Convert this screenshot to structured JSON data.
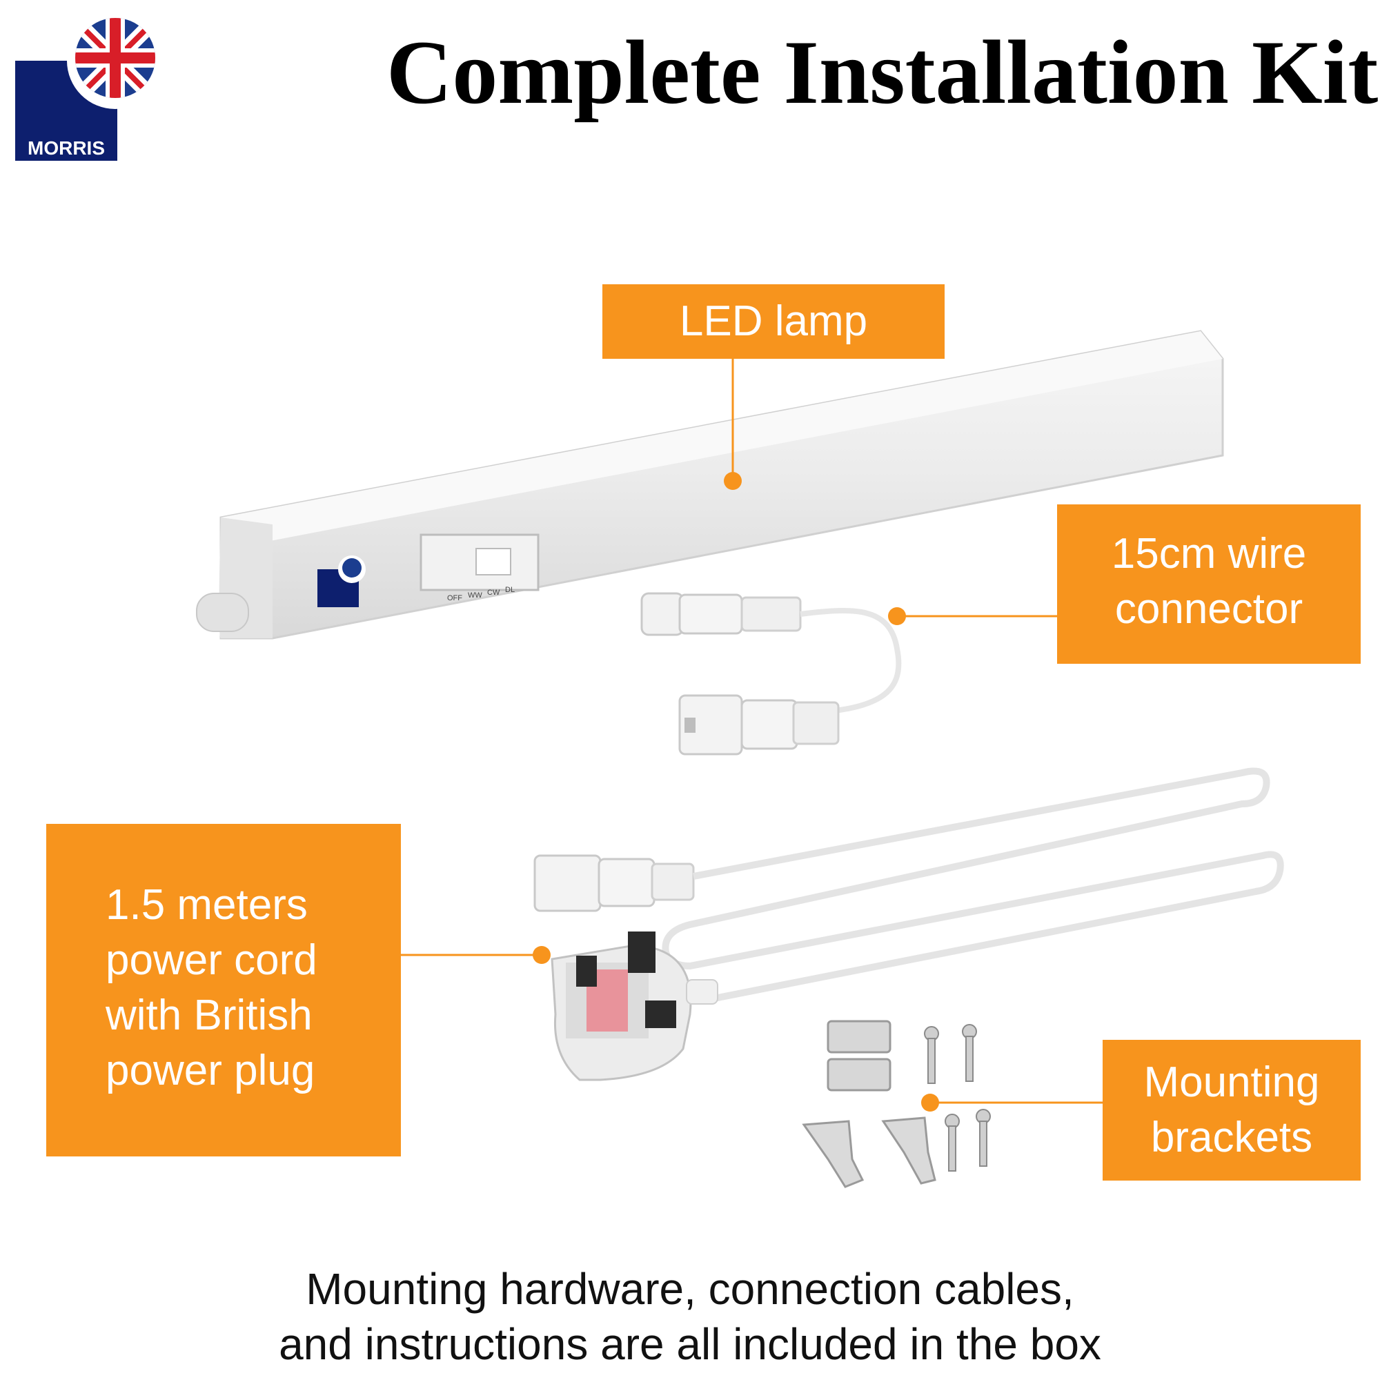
{
  "title": "Complete Installation Kit",
  "brand": {
    "name": "MORRIS",
    "color": "#0d1f6e"
  },
  "labels": {
    "led_lamp": "LED lamp",
    "wire_connector": "15cm wire\nconnector",
    "power_cord": "1.5 meters\npower cord\nwith British\npower plug",
    "mounting": "Mounting\nbrackets"
  },
  "switch_positions": [
    "OFF",
    "WW",
    "CW",
    "DL"
  ],
  "footer": {
    "line1": "Mounting hardware, connection cables,",
    "line2": "and instructions are all included in the box"
  },
  "colors": {
    "accent": "#f7941d",
    "leader": "#f7941d",
    "background": "#ffffff"
  },
  "icons": [
    "union-jack-icon"
  ]
}
